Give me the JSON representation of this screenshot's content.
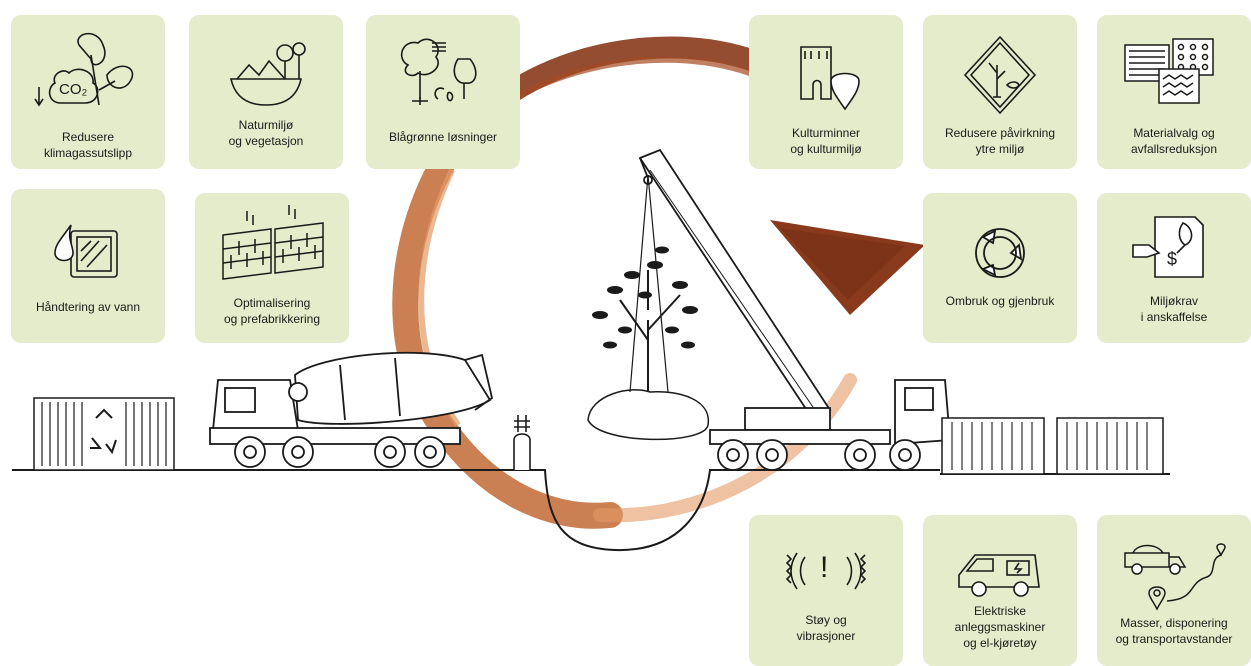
{
  "colors": {
    "card_background": "#e5eccb",
    "swirl_dark": "#7a3318",
    "swirl_mid": "#b5602e",
    "swirl_light": "#e8a070",
    "line_art": "#1a1a1a"
  },
  "cards": [
    {
      "id": "klimagass",
      "label": "Redusere\nklimagassutslipp",
      "icon": "co2-plant-icon",
      "icon_text": "CO₂"
    },
    {
      "id": "naturmiljo",
      "label": "Naturmiljø\nog vegetasjon",
      "icon": "landscape-bowl-icon"
    },
    {
      "id": "blagronn",
      "label": "Blågrønne løsninger",
      "icon": "trees-water-icon"
    },
    {
      "id": "kulturminner",
      "label": "Kulturminner\nog kulturmiljø",
      "icon": "heritage-location-icon"
    },
    {
      "id": "ytre-miljo",
      "label": "Redusere påvirkning\nytre miljø",
      "icon": "warning-sign-icon"
    },
    {
      "id": "materialvalg",
      "label": "Materialvalg og\navfallsreduksjon",
      "icon": "material-samples-icon"
    },
    {
      "id": "vann",
      "label": "Håndtering av vann",
      "icon": "water-drop-drain-icon"
    },
    {
      "id": "prefab",
      "label": "Optimalisering\nog prefabrikkering",
      "icon": "brick-wall-icon"
    },
    {
      "id": "ombruk",
      "label": "Ombruk og gjenbruk",
      "icon": "recycle-icon"
    },
    {
      "id": "miljokrav",
      "label": "Miljøkrav\ni anskaffelse",
      "icon": "procurement-document-icon",
      "icon_text": "$"
    },
    {
      "id": "stoy",
      "label": "Støy og\nvibrasjoner",
      "icon": "noise-vibration-icon",
      "icon_text": "!"
    },
    {
      "id": "elektriske",
      "label": "Elektriske\nanleggsmaskiner\nog el-kjøretøy",
      "icon": "electric-van-icon"
    },
    {
      "id": "masser",
      "label": "Masser, disponering\nog transportavstander",
      "icon": "truck-route-icon"
    }
  ],
  "scene": {
    "elements": [
      "recycling-container-icon",
      "concrete-mixer-truck-icon",
      "valve-hydrant-icon",
      "tree-root-ball-icon",
      "crane-truck-icon",
      "container-icon",
      "circular-arrow-swirl"
    ]
  }
}
